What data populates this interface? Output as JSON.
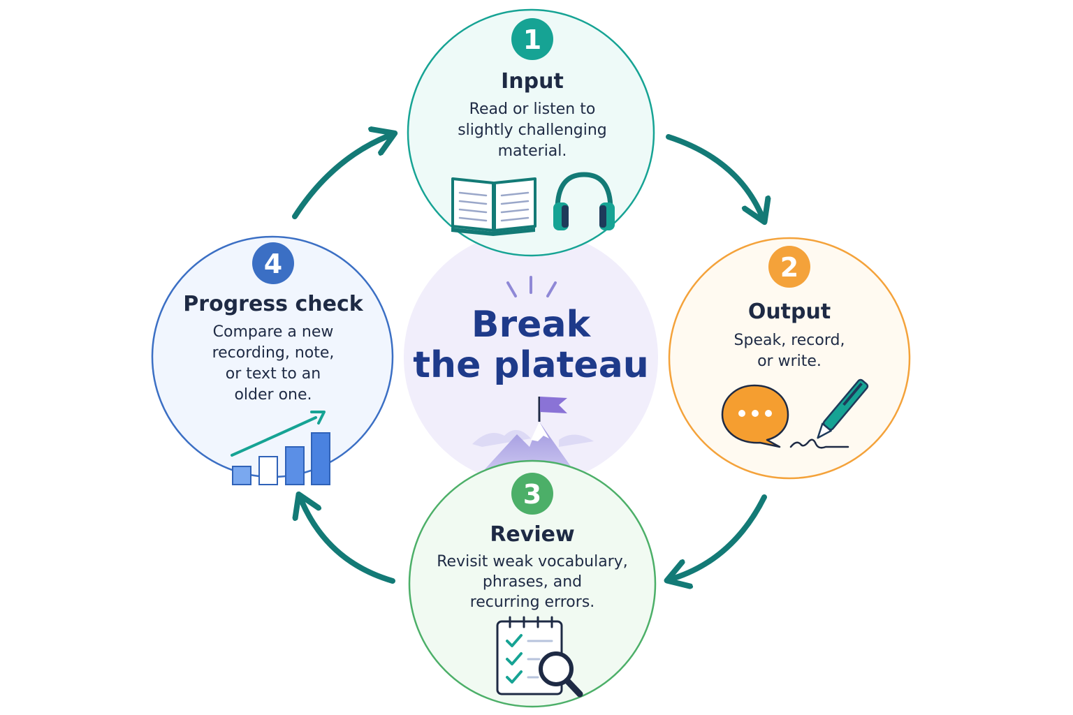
{
  "center": {
    "line1": "Break",
    "line2": "the plateau",
    "color": "#1e3a8a"
  },
  "steps": [
    {
      "number": "1",
      "title": "Input",
      "lines": [
        "Read or listen to",
        "slightly challenging",
        "material."
      ],
      "accent": "#16a394",
      "fill": "#eefaf8",
      "icons": [
        "open-book-icon",
        "headphones-icon"
      ]
    },
    {
      "number": "2",
      "title": "Output",
      "lines": [
        "Speak, record,",
        "or write."
      ],
      "accent": "#f4a23a",
      "fill": "#fffaf1",
      "icons": [
        "speech-bubble-icon",
        "pen-icon"
      ]
    },
    {
      "number": "3",
      "title": "Review",
      "lines": [
        "Revisit weak vocabulary,",
        "phrases, and",
        "recurring errors."
      ],
      "accent": "#4caf68",
      "fill": "#f1faf2",
      "icons": [
        "checklist-icon",
        "magnifier-icon"
      ]
    },
    {
      "number": "4",
      "title": "Progress check",
      "lines": [
        "Compare a new",
        "recording, note,",
        "or text to an",
        "older one."
      ],
      "accent": "#3b6fc4",
      "fill": "#f1f6fe",
      "icons": [
        "bar-chart-icon"
      ]
    }
  ],
  "colors": {
    "arrow": "#137a76",
    "text": "#1e2a44",
    "center_fill": "#f1eefb",
    "mountain": "#8f88d6",
    "flag": "#8a73d6"
  }
}
